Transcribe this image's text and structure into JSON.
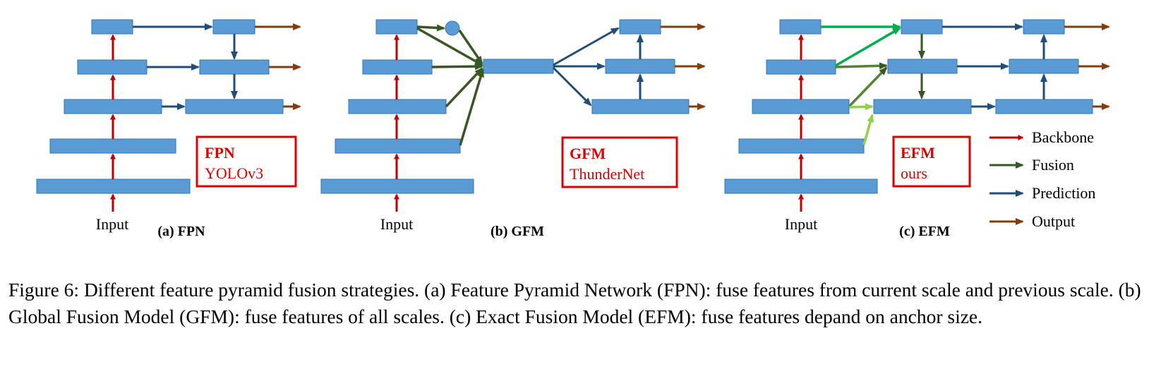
{
  "panels": [
    {
      "input_label": "Input",
      "sub_caption": "(a) FPN",
      "box_title": "FPN",
      "box_subtitle": "YOLOv3"
    },
    {
      "input_label": "Input",
      "sub_caption": "(b) GFM",
      "box_title": "GFM",
      "box_subtitle": "ThunderNet"
    },
    {
      "input_label": "Input",
      "sub_caption": "(c) EFM",
      "box_title": "EFM",
      "box_subtitle": "ours"
    }
  ],
  "legend": [
    {
      "label": "Backbone",
      "color": "#c00000"
    },
    {
      "label": "Fusion",
      "color": "#385723"
    },
    {
      "label": "Prediction",
      "color": "#1f4e79"
    },
    {
      "label": "Output",
      "color": "#843c0c"
    }
  ],
  "colors": {
    "block_fill": "#5b9bd5",
    "block_stroke": "#2e75b6",
    "label_box": "#e00000",
    "fusion_light": "#92d050",
    "fusion_bright": "#00b050"
  },
  "caption": "Figure 6: Different feature pyramid fusion strategies. (a) Feature Pyramid Network (FPN): fuse features from current scale and previous scale. (b) Global Fusion Model (GFM): fuse features of all scales. (c) Exact Fusion Model (EFM): fuse features depand on anchor size."
}
